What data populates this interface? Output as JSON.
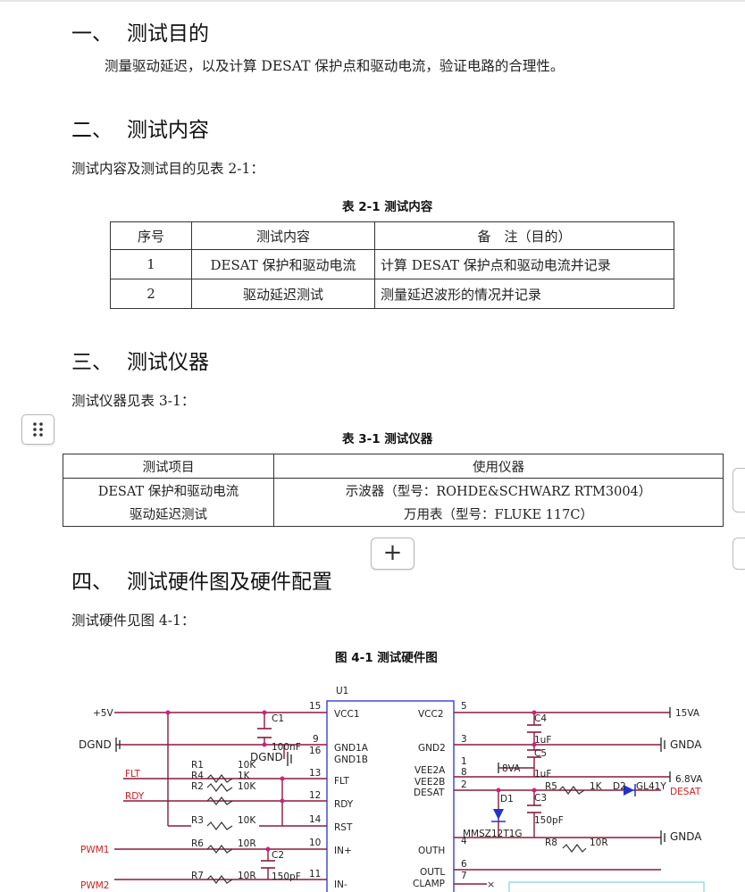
{
  "sections": [
    {
      "num": "一、",
      "title": "测试目的"
    },
    {
      "num": "二、",
      "title": "测试内容"
    },
    {
      "num": "三、",
      "title": "测试仪器"
    },
    {
      "num": "四、",
      "title": "测试硬件图及硬件配置"
    }
  ],
  "s1_text": "测量驱动延迟，以及计算 DESAT 保护点和驱动电流，验证电路的合理性。",
  "s2_intro": "测试内容及测试目的见表 2-1：",
  "table21": {
    "caption": "表 2-1 测试内容",
    "headers": [
      "序号",
      "测试内容",
      "备　注（目的）"
    ],
    "rows": [
      [
        "1",
        "DESAT 保护和驱动电流",
        "计算 DESAT 保护点和驱动电流并记录"
      ],
      [
        "2",
        "驱动延迟测试",
        "测量延迟波形的情况并记录"
      ]
    ]
  },
  "s3_intro": "测试仪器见表 3-1：",
  "table31": {
    "caption": "表 3-1 测试仪器",
    "headers": [
      "测试项目",
      "使用仪器"
    ],
    "rows": [
      [
        "DESAT 保护和驱动电流",
        "示波器（型号：ROHDE&SCHWARZ RTM3004）"
      ],
      [
        "驱动延迟测试",
        "万用表（型号：FLUKE 117C）"
      ]
    ]
  },
  "s4_intro": "测试硬件见图 4-1：",
  "figure_caption": "图 4-1 测试硬件图",
  "ui": {
    "plus": "+"
  },
  "schematic": {
    "chip_ref": "U1",
    "nets_left": {
      "p5v": "+5V",
      "dgnd": "DGND",
      "flt": "FLT",
      "rdy": "RDY",
      "pwm1": "PWM1",
      "pwm2": "PWM2",
      "dgnd2": "DGND"
    },
    "pins_left": [
      {
        "num": "15",
        "name": "VCC1"
      },
      {
        "num": "9",
        "name": "GND1A"
      },
      {
        "num": "16",
        "name": "GND1B"
      },
      {
        "num": "13",
        "name": "FLT"
      },
      {
        "num": "12",
        "name": "RDY"
      },
      {
        "num": "14",
        "name": "RST"
      },
      {
        "num": "10",
        "name": "IN+"
      },
      {
        "num": "11",
        "name": "IN-"
      }
    ],
    "pins_right": [
      {
        "num": "5",
        "name": "VCC2"
      },
      {
        "num": "3",
        "name": "GND2"
      },
      {
        "num": "1",
        "name": "VEE2A"
      },
      {
        "num": "8",
        "name": "VEE2B"
      },
      {
        "num": "2",
        "name": "DESAT"
      },
      {
        "num": "4",
        "name": "OUTH"
      },
      {
        "num": "6",
        "name": "OUTL"
      },
      {
        "num": "7",
        "name": "CLAMP"
      }
    ],
    "resistors": [
      {
        "ref": "R1",
        "val": "10K"
      },
      {
        "ref": "R4",
        "val": "1K"
      },
      {
        "ref": "R2",
        "val": "10K"
      },
      {
        "ref": "R3",
        "val": "10K"
      },
      {
        "ref": "R6",
        "val": "10R"
      },
      {
        "ref": "R7",
        "val": "10R"
      },
      {
        "ref": "R5",
        "val": "1K"
      },
      {
        "ref": "R8",
        "val": "10R"
      }
    ],
    "caps": [
      {
        "ref": "C1",
        "val": "100nF"
      },
      {
        "ref": "C2",
        "val": "150pF"
      },
      {
        "ref": "C4",
        "val": "1uF"
      },
      {
        "ref": "C5",
        "val": "1uF"
      },
      {
        "ref": "C3",
        "val": "150pF"
      }
    ],
    "diodes": [
      {
        "ref": "D1",
        "val": "MMSZ12T1G"
      },
      {
        "ref": "D2",
        "val": "GL41Y"
      }
    ],
    "nets_right": {
      "p15": "15VA",
      "gnda": "GNDA",
      "m8": "8VA",
      "p68": "6.8VA",
      "desat": "DESAT",
      "gnda2": "GNDA"
    }
  }
}
